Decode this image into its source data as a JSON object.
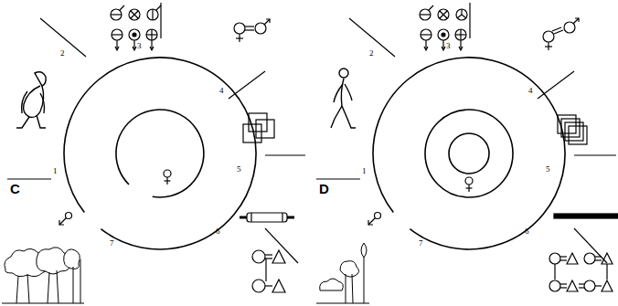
{
  "diagram": {
    "labels": [
      "C",
      "1",
      "2",
      "3",
      "4",
      "5",
      "6",
      "7",
      "D",
      "1",
      "2",
      "3",
      "4",
      "5",
      "6",
      "7"
    ]
  }
}
